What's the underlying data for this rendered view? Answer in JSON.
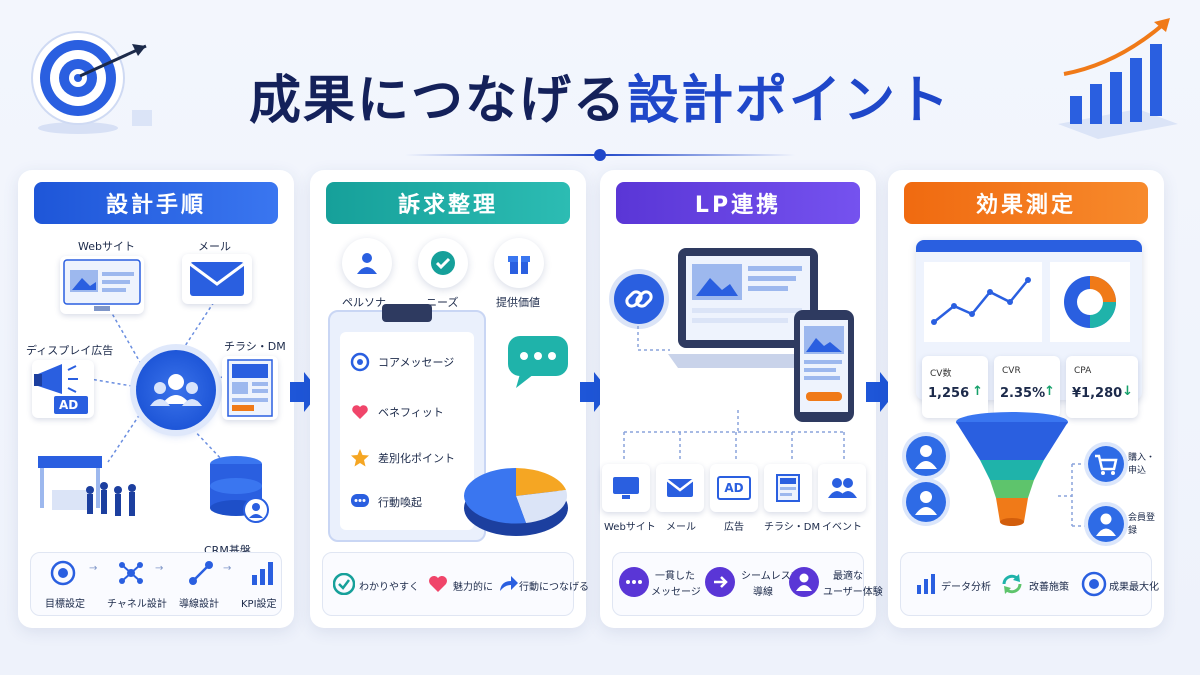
{
  "title": {
    "part1": "成果につなげる",
    "part2": "設計ポイント"
  },
  "panels": [
    {
      "header": "設計手順",
      "nodes": {
        "web": "Webサイト",
        "mail": "メール",
        "display": "ディスプレイ広告",
        "flyer": "チラシ・DM",
        "crm": "CRM基盤",
        "ad_badge": "AD"
      },
      "steps": [
        "目標設定",
        "チャネル設計",
        "導線設計",
        "KPI設定"
      ]
    },
    {
      "header": "訴求整理",
      "top": [
        "ペルソナ",
        "ニーズ",
        "提供価値"
      ],
      "items": [
        "コアメッセージ",
        "ベネフィット",
        "差別化ポイント",
        "行動喚起"
      ],
      "footer": [
        "わかりやすく",
        "魅力的に",
        "行動につなげる"
      ]
    },
    {
      "header": "LP連携",
      "channels": [
        "Webサイト",
        "メール",
        "広告",
        "チラシ・DM",
        "イベント"
      ],
      "ad_badge": "AD",
      "footer": [
        {
          "l1": "一貫した",
          "l2": "メッセージ"
        },
        {
          "l1": "シームレスな",
          "l2": "導線"
        },
        {
          "l1": "最適な",
          "l2": "ユーザー体験"
        }
      ]
    },
    {
      "header": "効果測定",
      "kpis": [
        {
          "label": "CV数",
          "value": "1,256",
          "trend": "↑",
          "trend_color": "#16a06a"
        },
        {
          "label": "CVR",
          "value": "2.35%",
          "trend": "↑",
          "trend_color": "#16a06a"
        },
        {
          "label": "CPA",
          "value": "¥1,280",
          "trend": "↓",
          "trend_color": "#16a06a"
        }
      ],
      "outcomes": [
        "購入・申込",
        "会員登録"
      ],
      "footer": [
        "データ分析",
        "改善施策",
        "成果最大化"
      ]
    }
  ]
}
